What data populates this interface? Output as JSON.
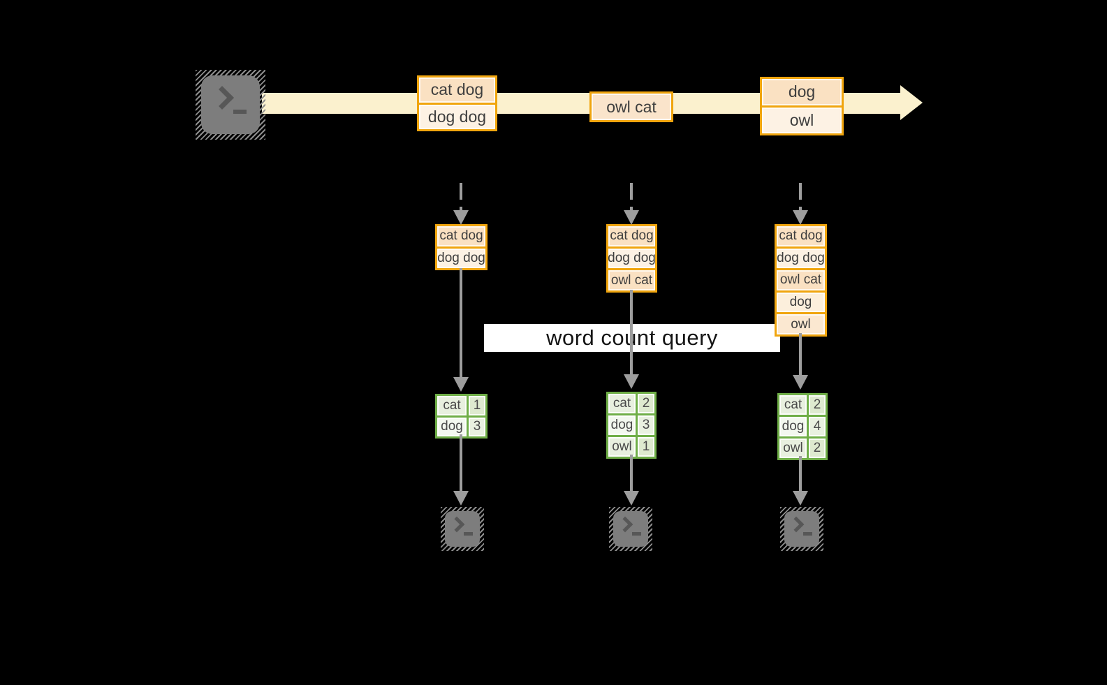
{
  "diagram": {
    "query_label": "word count query",
    "icons": {
      "source": "terminal-prompt-icon",
      "sinks": [
        "terminal-prompt-icon",
        "terminal-prompt-icon",
        "terminal-prompt-icon"
      ]
    },
    "colors": {
      "background": "#000000",
      "stream_band": "#FBF1CE",
      "orange_border": "#F0A50E",
      "peach_fill": "#FAE1C2",
      "cream_fill": "#FDF2E4",
      "green_border": "#6FAE47",
      "green_cell": "#E8F0DF",
      "green_cell_alt": "#F3F8EF",
      "arrow_gray": "#9D9D9D",
      "terminal_gray": "#7D7D7D",
      "query_box": "#FFFFFF"
    },
    "timeline": {
      "events": [
        [
          "cat dog",
          "dog dog"
        ],
        [
          "owl cat"
        ],
        [
          "dog",
          "owl"
        ]
      ]
    },
    "batches": [
      [
        "cat dog",
        "dog dog"
      ],
      [
        "cat dog",
        "dog dog",
        "owl cat"
      ],
      [
        "cat dog",
        "dog dog",
        "owl cat",
        "dog",
        "owl"
      ]
    ],
    "counts": [
      [
        [
          "cat",
          "1"
        ],
        [
          "dog",
          "3"
        ]
      ],
      [
        [
          "cat",
          "2"
        ],
        [
          "dog",
          "3"
        ],
        [
          "owl",
          "1"
        ]
      ],
      [
        [
          "cat",
          "2"
        ],
        [
          "dog",
          "4"
        ],
        [
          "owl",
          "2"
        ]
      ]
    ]
  }
}
